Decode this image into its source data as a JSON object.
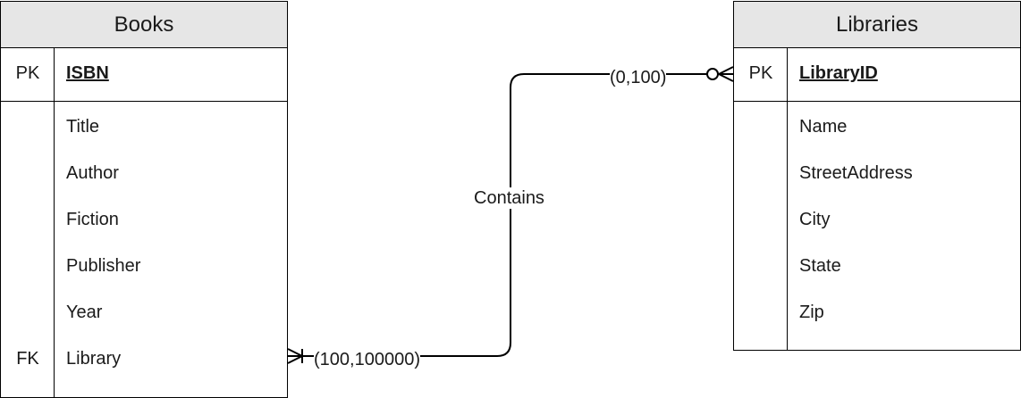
{
  "books": {
    "title": "Books",
    "pk": {
      "key": "PK",
      "name": "ISBN"
    },
    "fields": [
      {
        "key": "",
        "name": "Title"
      },
      {
        "key": "",
        "name": "Author"
      },
      {
        "key": "",
        "name": "Fiction"
      },
      {
        "key": "",
        "name": "Publisher"
      },
      {
        "key": "",
        "name": "Year"
      },
      {
        "key": "FK",
        "name": "Library"
      }
    ]
  },
  "libraries": {
    "title": "Libraries",
    "pk": {
      "key": "PK",
      "name": "LibraryID"
    },
    "fields": [
      {
        "key": "",
        "name": "Name"
      },
      {
        "key": "",
        "name": "StreetAddress"
      },
      {
        "key": "",
        "name": "City"
      },
      {
        "key": "",
        "name": "State"
      },
      {
        "key": "",
        "name": "Zip"
      }
    ]
  },
  "relationship": {
    "label": "Contains",
    "books_cardinality": "(100,100000)",
    "libraries_cardinality": "(0,100)",
    "books_end": "one-or-many",
    "libraries_end": "zero-or-many"
  },
  "colors": {
    "header_fill": "#e6e6e6",
    "line": "#000000"
  }
}
